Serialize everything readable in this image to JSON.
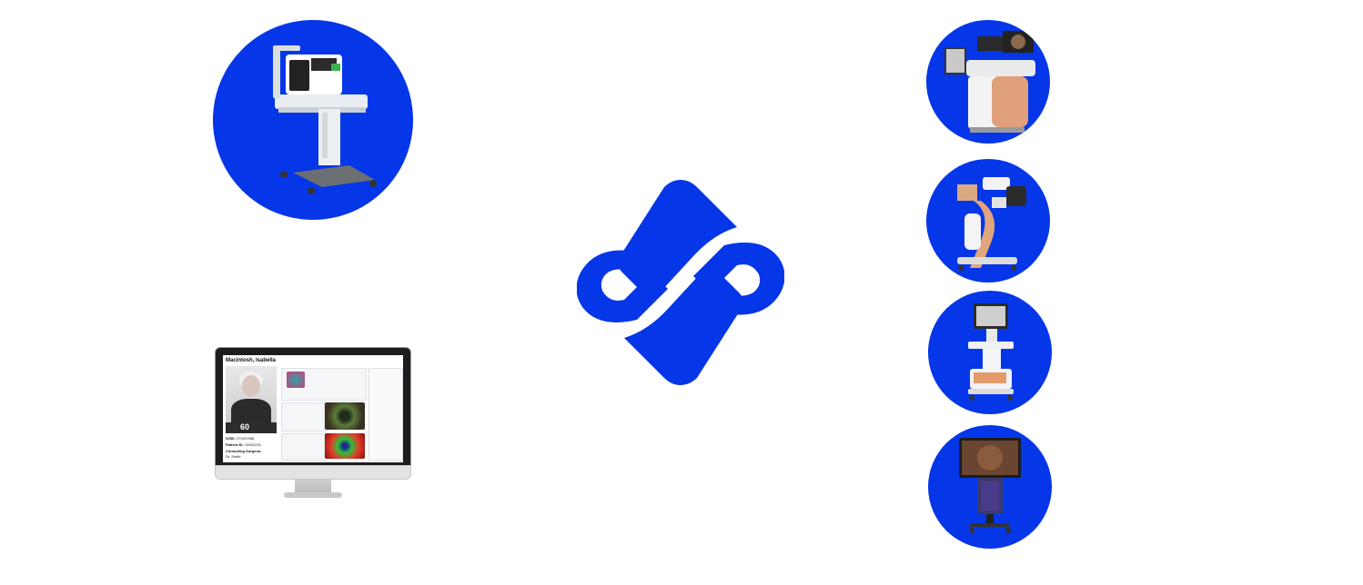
{
  "logo": {
    "name": "brand-mark",
    "color": "#0536e8"
  },
  "circle_color": "#0536e8",
  "devices": [
    {
      "name": "diagnostic-instrument"
    },
    {
      "name": "surgical-laser-system"
    },
    {
      "name": "surgical-microscope"
    },
    {
      "name": "phaco-console"
    },
    {
      "name": "heads-up-display-cart"
    }
  ],
  "monitor": {
    "patient_name": "Macintosh, Isabella",
    "age": "60",
    "dob_label": "DOB:",
    "dob_value": "07/19/1958",
    "patient_id_label": "Patient ID:",
    "patient_id_value": "10001234",
    "surgeon_label": "Consulting Surgeon:",
    "surgeon_value": "Dr. Smith"
  }
}
